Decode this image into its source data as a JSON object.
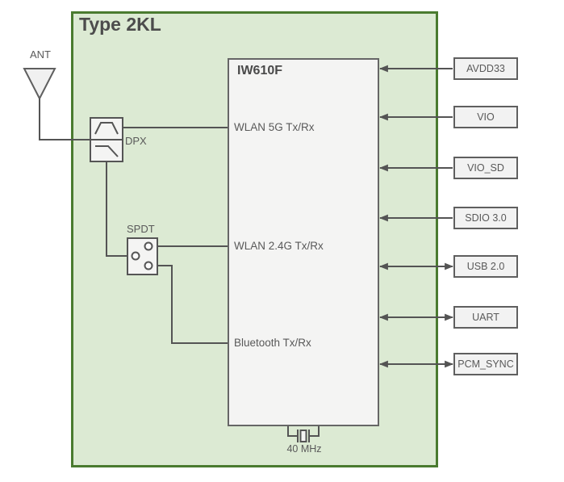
{
  "diagram": {
    "module_title": "Type 2KL",
    "antenna_label": "ANT",
    "dpx_label": "DPX",
    "spdt_label": "SPDT",
    "crystal_label": "40 MHz",
    "chip": {
      "title": "IW610F",
      "ports": {
        "wlan5g": "WLAN 5G Tx/Rx",
        "wlan24g": "WLAN 2.4G Tx/Rx",
        "bt": "Bluetooth Tx/Rx"
      }
    },
    "interfaces": [
      {
        "label": "AVDD33",
        "direction": "input"
      },
      {
        "label": "VIO",
        "direction": "input"
      },
      {
        "label": "VIO_SD",
        "direction": "input"
      },
      {
        "label": "SDIO 3.0",
        "direction": "input"
      },
      {
        "label": "USB 2.0",
        "direction": "bidirectional"
      },
      {
        "label": "UART",
        "direction": "bidirectional"
      },
      {
        "label": "PCM_SYNC",
        "direction": "bidirectional"
      }
    ],
    "colors": {
      "module_fill": "#dcead3",
      "module_stroke": "#4a7b2f",
      "box_fill": "#f4f4f3",
      "box_stroke": "#666666",
      "wire": "#545454",
      "label_text": "#595959",
      "title_text": "#4c4c4c"
    }
  }
}
